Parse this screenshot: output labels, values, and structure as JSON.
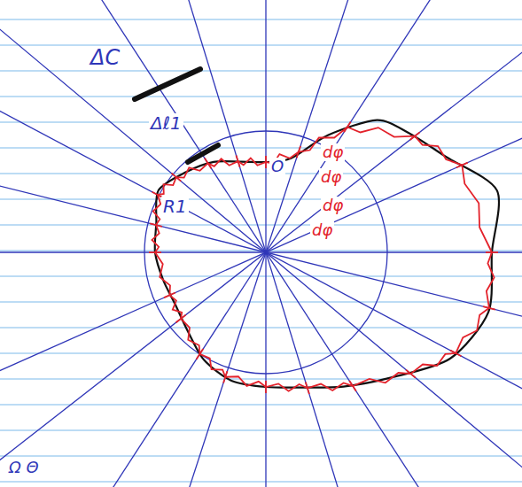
{
  "diagram": {
    "labels": [
      "ΔC",
      "Δℓ1",
      "R1",
      "O",
      "dφ",
      "dφ",
      "dφ",
      "dφ",
      "Ω Θ"
    ]
  }
}
